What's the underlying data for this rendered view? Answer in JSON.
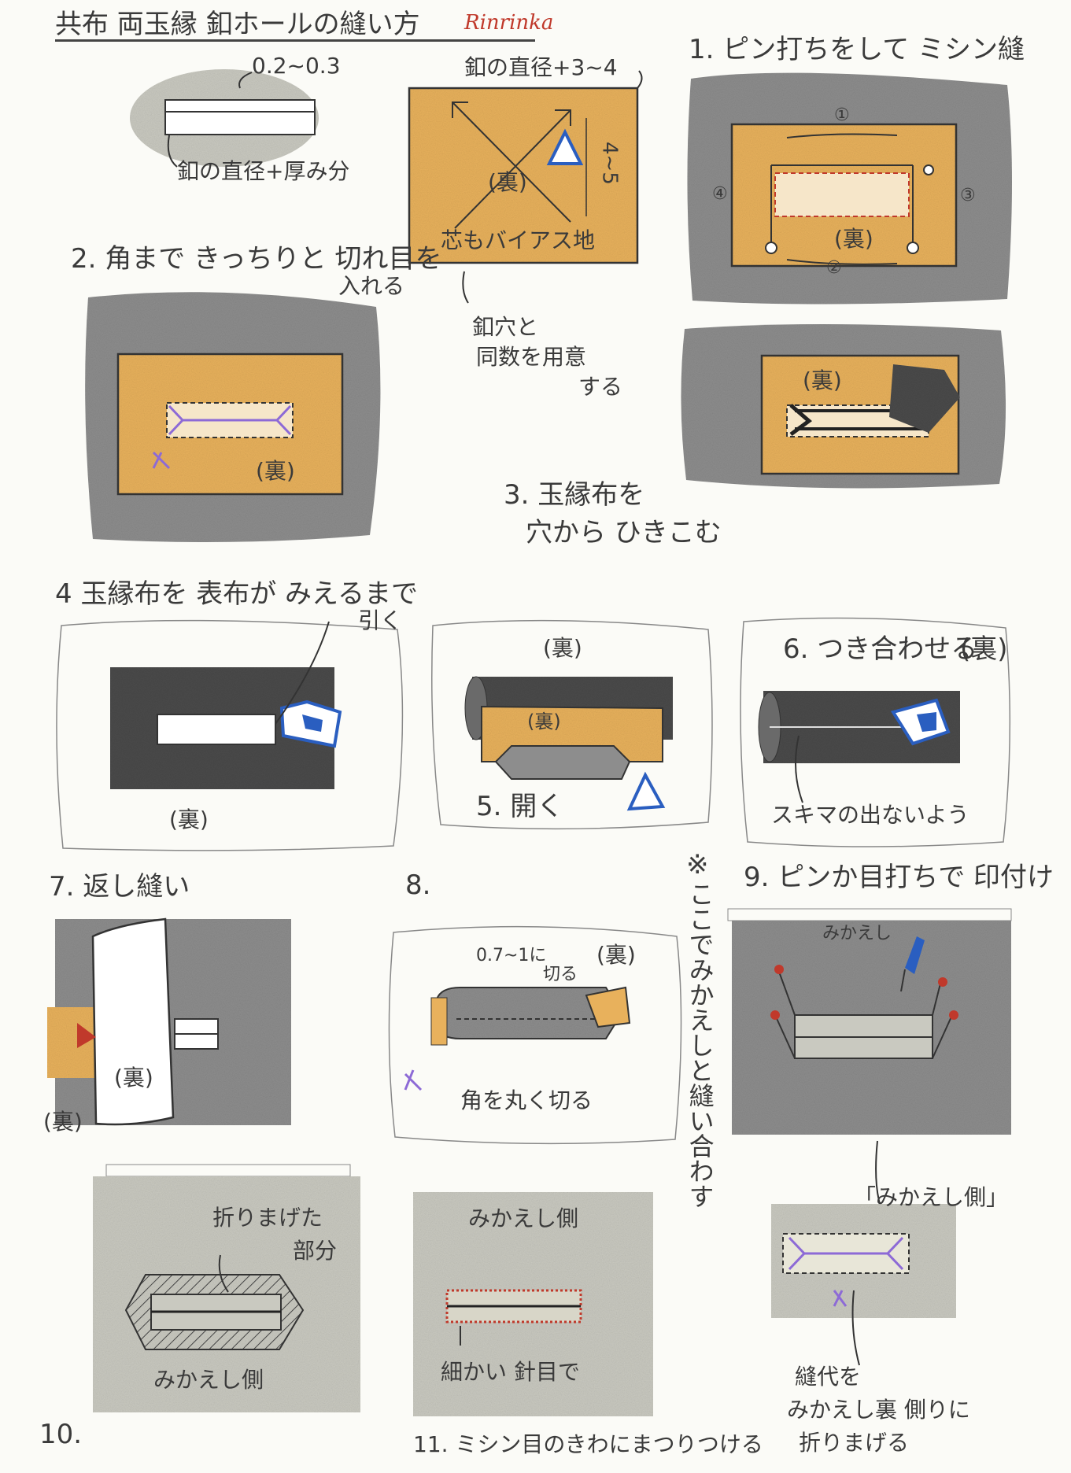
{
  "header": {
    "title": "共布 両玉縁 釦ホールの縫い方",
    "brand": "Rinrinka"
  },
  "step0": {
    "dim_small": "0.2~0.3",
    "strip_label": "釦の直径+厚み分",
    "fabric_width": "釦の直径+3~4",
    "fabric_height": "4~5",
    "back": "(裏)",
    "interfacing": "芯もバイアス地",
    "prepare": [
      "釦穴と",
      "同数を用意",
      "する"
    ]
  },
  "step1": {
    "label": "1. ピン打ちをして ミシン縫",
    "nums": [
      "①",
      "②",
      "③",
      "④"
    ],
    "back": "(裏)"
  },
  "step2": {
    "label": [
      "2. 角まで きっちりと 切れ目を",
      "入れる"
    ],
    "back": "(裏)"
  },
  "step3": {
    "label": [
      "3. 玉縁布を",
      "穴から ひきこむ"
    ],
    "back": "(裏)"
  },
  "step4": {
    "label": [
      "4 玉縁布を 表布が みえるまで",
      "引く"
    ],
    "back": "(裏)"
  },
  "step5": {
    "label": "5. 開く",
    "back_top": "(裏)",
    "back_inner": "(裏)"
  },
  "step6": {
    "label": "6. つき合わせる",
    "back": "(裏)",
    "note": "スキマの出ないよう"
  },
  "step7": {
    "label": "7. 返し縫い",
    "back_panel": "(裏)",
    "back_side": "(裏)"
  },
  "step8": {
    "label": "8.",
    "cut": [
      "0.7~1に",
      "切る"
    ],
    "back": "(裏)",
    "round": "角を丸く切る"
  },
  "step9": {
    "star": "※",
    "side_note": "ここでみかえしと縫い合わす",
    "label": "9. ピンか目打ちで 印付け",
    "facing": "みかえし",
    "facing_side": "「みかえし側」",
    "seam": [
      "縫代を",
      "みかえし裏 側りに",
      "折りまげる"
    ]
  },
  "step10": {
    "label": "10.",
    "folded": [
      "折りまげた",
      "部分"
    ],
    "facing_side": "みかえし側"
  },
  "step11": {
    "label": "11. ミシン目のきわにまつりつける",
    "facing_side": "みかえし側",
    "fine": "細かい 針目で"
  },
  "colors": {
    "fabric_dark": "#4a4a4a",
    "fabric_mid": "#8d8d8d",
    "fabric_light": "#c9c9c0",
    "orange": "#e8b15c",
    "blue": "#2a5ec0",
    "purple": "#8d6ad6",
    "red": "#c0392b",
    "line": "#3a3a3a"
  }
}
